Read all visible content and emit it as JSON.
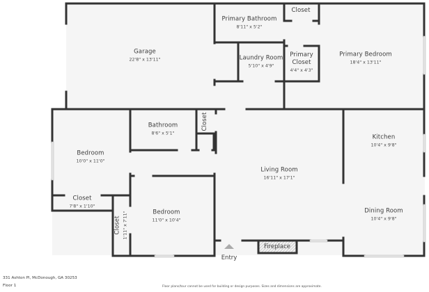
{
  "floorplan": {
    "rooms": [
      {
        "name": "Garage",
        "dims": "22'8\" x 13'11\""
      },
      {
        "name": "Primary Bathroom",
        "dims": "8'11\" x 5'2\""
      },
      {
        "name": "Closet",
        "dims": ""
      },
      {
        "name": "Laundry Room",
        "dims": "5'10\" x 4'9\""
      },
      {
        "name": "Primary Closet",
        "dims": "4'4\" x 4'3\""
      },
      {
        "name": "Primary Bedroom",
        "dims": "18'4\" x 13'11\""
      },
      {
        "name": "Bathroom",
        "dims": "8'6\" x 5'1\""
      },
      {
        "name": "Closet",
        "dims": ""
      },
      {
        "name": "Bedroom",
        "dims": "10'0\" x 11'0\""
      },
      {
        "name": "Closet",
        "dims": "7'8\" x 1'10\""
      },
      {
        "name": "Living Room",
        "dims": "16'11\" x 17'1\""
      },
      {
        "name": "Kitchen",
        "dims": "10'4\" x 9'8\""
      },
      {
        "name": "Dining Room",
        "dims": "10'4\" x 9'8\""
      },
      {
        "name": "Bedroom",
        "dims": "11'0\" x 10'4\""
      },
      {
        "name": "Closet",
        "dims": "1'11\" x 7'11\""
      }
    ],
    "primary_closet_line1": "Primary",
    "primary_closet_line2": "Closet",
    "fireplace": "Fireplace",
    "entry": "Entry"
  },
  "footer": {
    "address": "331 Ashton Pl, McDonough, GA 30253",
    "floor": "Floor 1",
    "disclaimer": "Floor plans/tour cannot be used for building or design purposes. Sizes and dimensions are approximate."
  },
  "colors": {
    "wall": "#333333",
    "floor": "#f5f5f5",
    "window": "#e6e6e6",
    "text": "#3c3c3c"
  }
}
